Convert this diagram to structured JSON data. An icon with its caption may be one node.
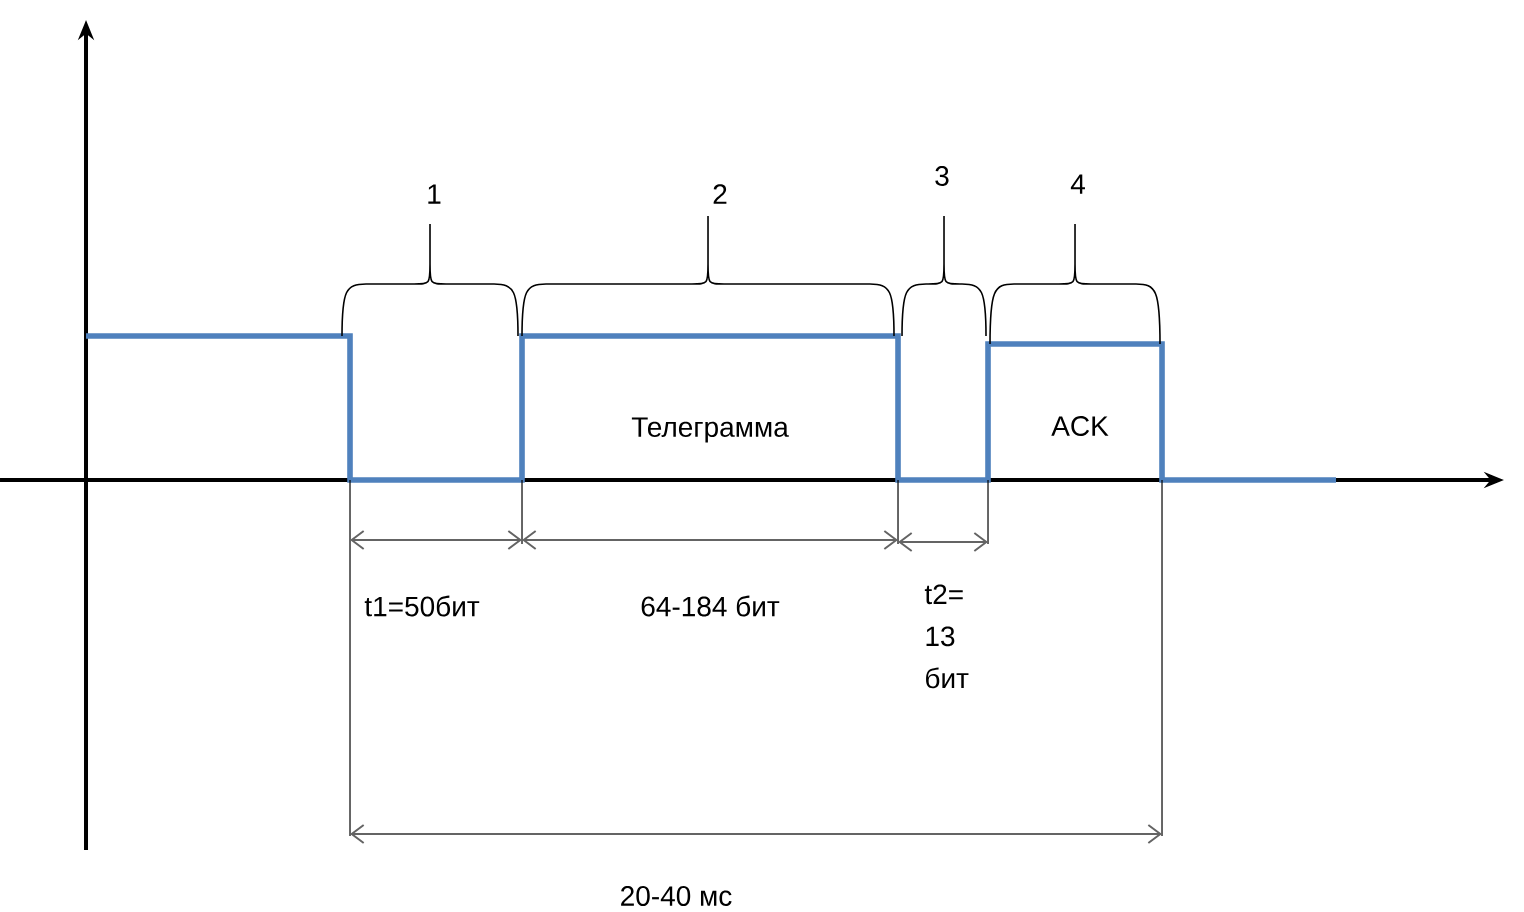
{
  "diagram": {
    "labels": [
      "1",
      "2",
      "3",
      "4",
      "Телеграмма",
      "ACK",
      "t1=50бит",
      "64-184 бит",
      "t2= 13 бит",
      "20-40 мс"
    ]
  }
}
